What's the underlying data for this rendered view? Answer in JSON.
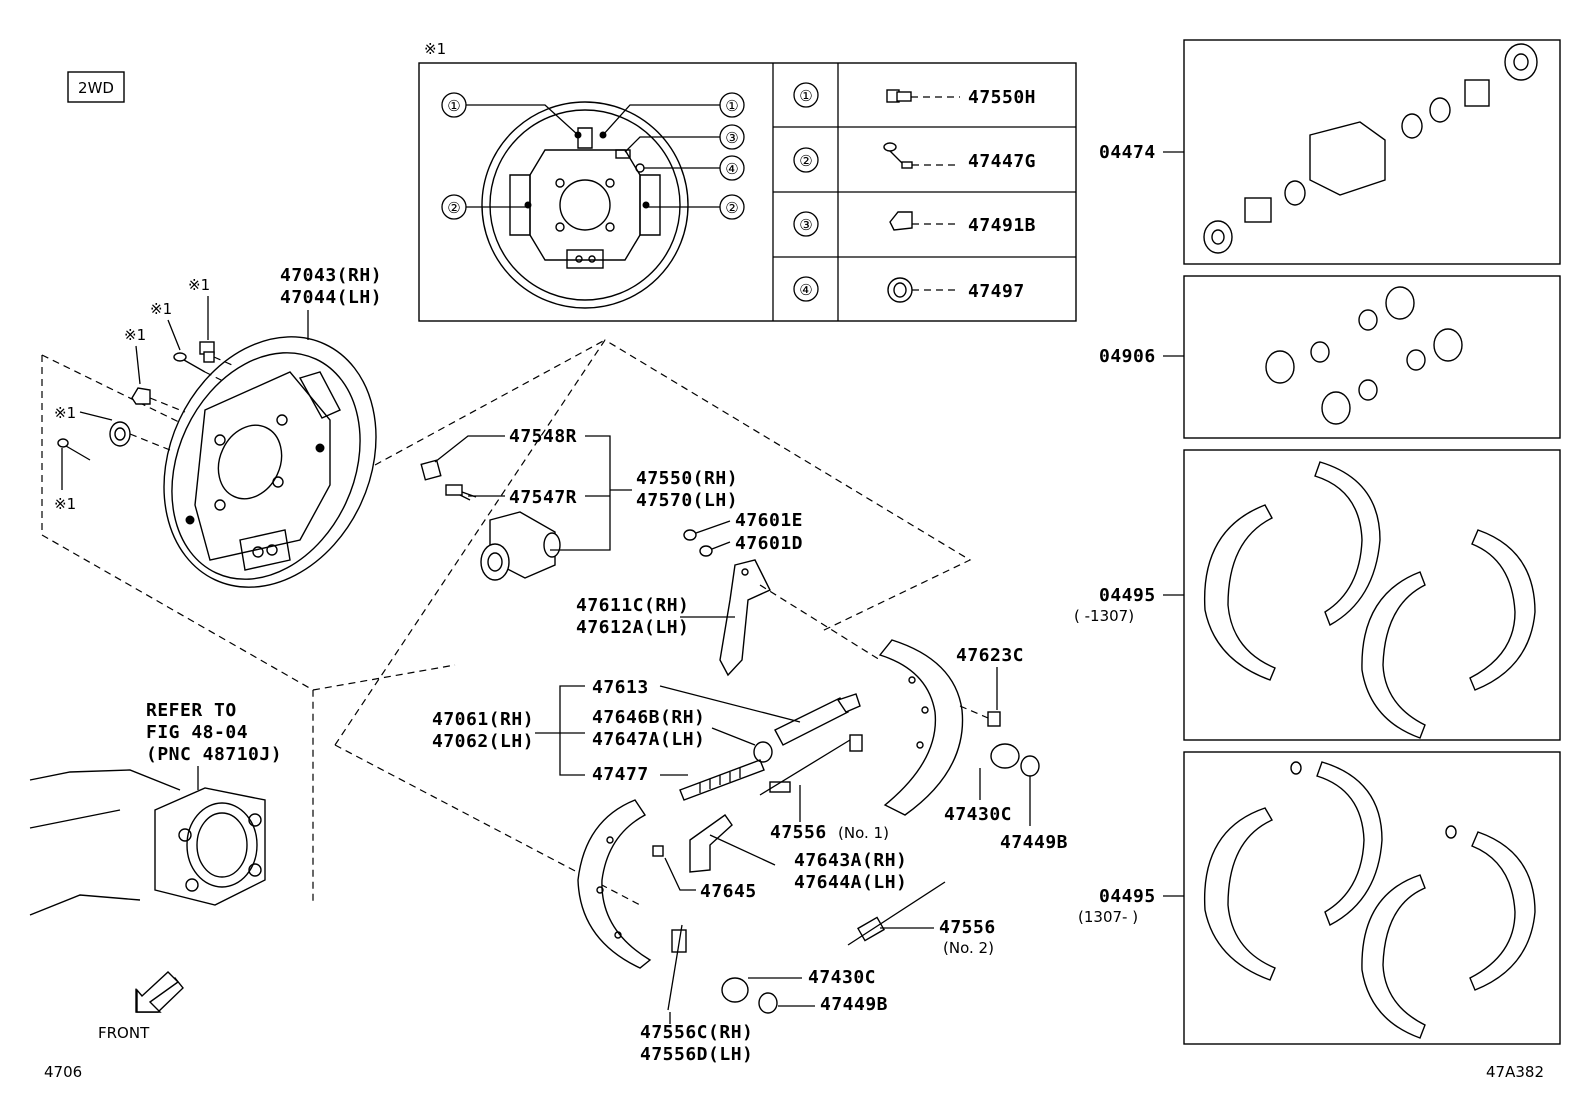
{
  "variant_badge": "2WD",
  "ref_mark": "※1",
  "callout_table": [
    {
      "n": "①",
      "part": "47550H"
    },
    {
      "n": "②",
      "part": "47447G"
    },
    {
      "n": "③",
      "part": "47491B"
    },
    {
      "n": "④",
      "part": "47497"
    }
  ],
  "inset_numbers": {
    "one": "①",
    "two": "②",
    "three": "③",
    "four": "④"
  },
  "labels": {
    "p47043": "47043(RH)",
    "p47044": "47044(LH)",
    "p47548R": "47548R",
    "p47547R": "47547R",
    "p47550": "47550(RH)",
    "p47570": "47570(LH)",
    "p47601E": "47601E",
    "p47601D": "47601D",
    "p47611C": "47611C(RH)",
    "p47612A": "47612A(LH)",
    "p47613": "47613",
    "p47061": "47061(RH)",
    "p47062": "47062(LH)",
    "p47646B": "47646B(RH)",
    "p47647A": "47647A(LH)",
    "p47477": "47477",
    "p47556a": "47556",
    "p47556a_note": "(No. 1)",
    "p47623C": "47623C",
    "p47430C_a": "47430C",
    "p47449B_a": "47449B",
    "p47643A": "47643A(RH)",
    "p47644A": "47644A(LH)",
    "p47645": "47645",
    "p47556b": "47556",
    "p47556b_note": "(No. 2)",
    "p47430C_b": "47430C",
    "p47449B_b": "47449B",
    "p47556C": "47556C(RH)",
    "p47556D": "47556D(LH)",
    "refer1": "REFER TO",
    "refer2": "FIG 48-04",
    "refer3": "(PNC 48710J)",
    "front": "FRONT"
  },
  "kits": [
    {
      "code": "04474",
      "note": ""
    },
    {
      "code": "04906",
      "note": ""
    },
    {
      "code": "04495",
      "note": "(      -1307)"
    },
    {
      "code": "04495",
      "note": "(1307-      )"
    }
  ],
  "footer": {
    "left": "4706",
    "right": "47A382"
  }
}
